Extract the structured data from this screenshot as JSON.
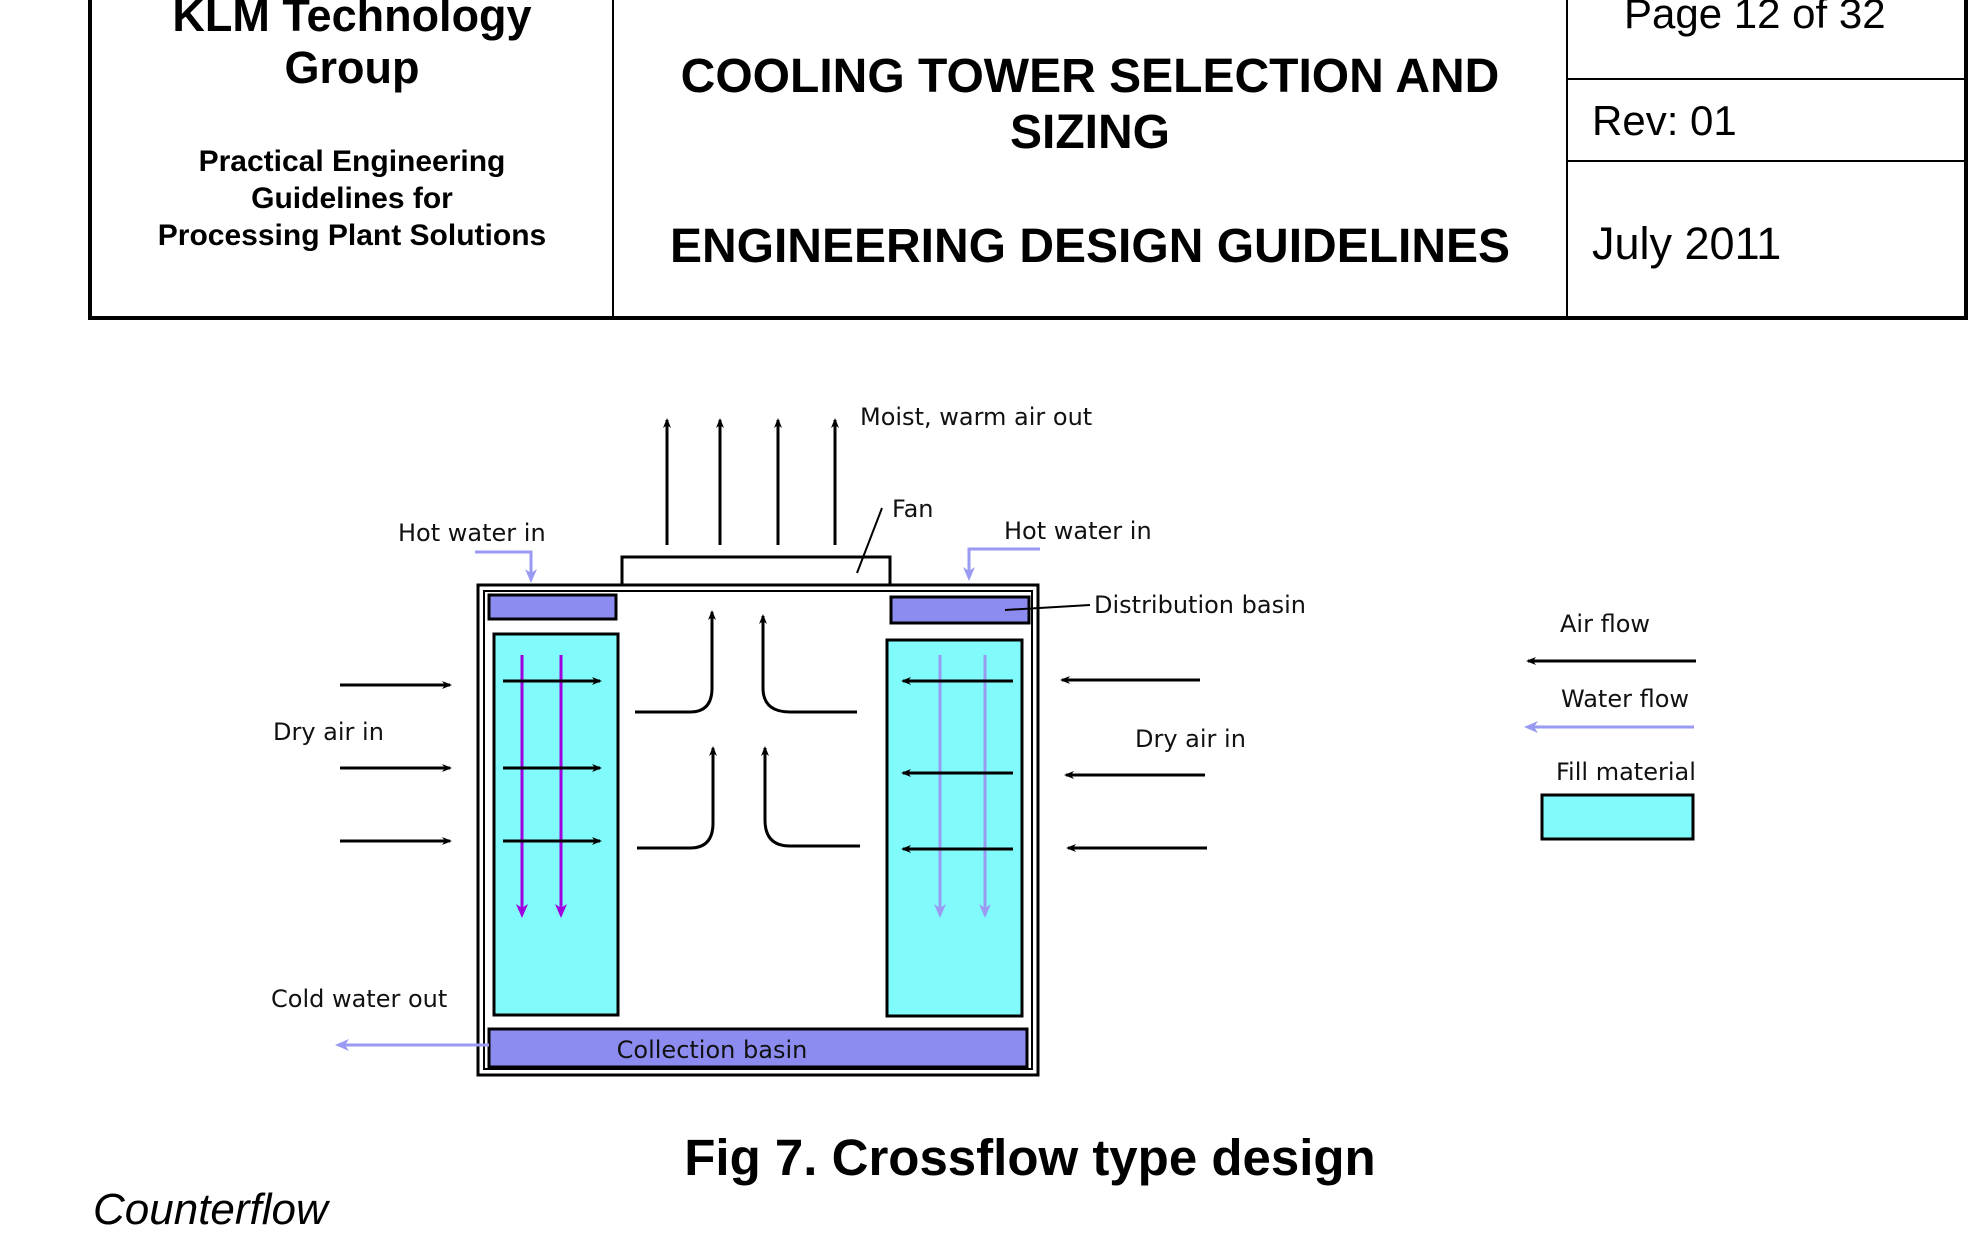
{
  "header": {
    "company_line1": "KLM Technology",
    "company_line2": "Group",
    "subtitle_line1": "Practical Engineering",
    "subtitle_line2": "Guidelines for",
    "subtitle_line3": "Processing Plant Solutions",
    "title_line1": "COOLING TOWER SELECTION AND",
    "title_line2": "SIZING",
    "guidelines": "ENGINEERING DESIGN GUIDELINES",
    "page": "Page 12 of 32",
    "rev": "Rev: 01",
    "date": "July 2011"
  },
  "diagram": {
    "labels": {
      "moist_air_out": "Moist, warm air out",
      "fan": "Fan",
      "hot_water_in_left": "Hot water in",
      "hot_water_in_right": "Hot water in",
      "distribution_basin": "Distribution basin",
      "dry_air_in_left": "Dry air in",
      "dry_air_in_right": "Dry air in",
      "cold_water_out": "Cold water out",
      "collection_basin": "Collection basin"
    },
    "legend": {
      "air_flow": "Air flow",
      "water_flow": "Water flow",
      "fill_material": "Fill material"
    },
    "colors": {
      "basin": "#8c8cf0",
      "fill": "#80fafa",
      "water_arrow": "#9a9af2",
      "water_arrow_left": "#a000e0",
      "air_arrow": "#000000"
    }
  },
  "caption": "Fig 7. Crossflow type design",
  "next_section": "Counterflow"
}
